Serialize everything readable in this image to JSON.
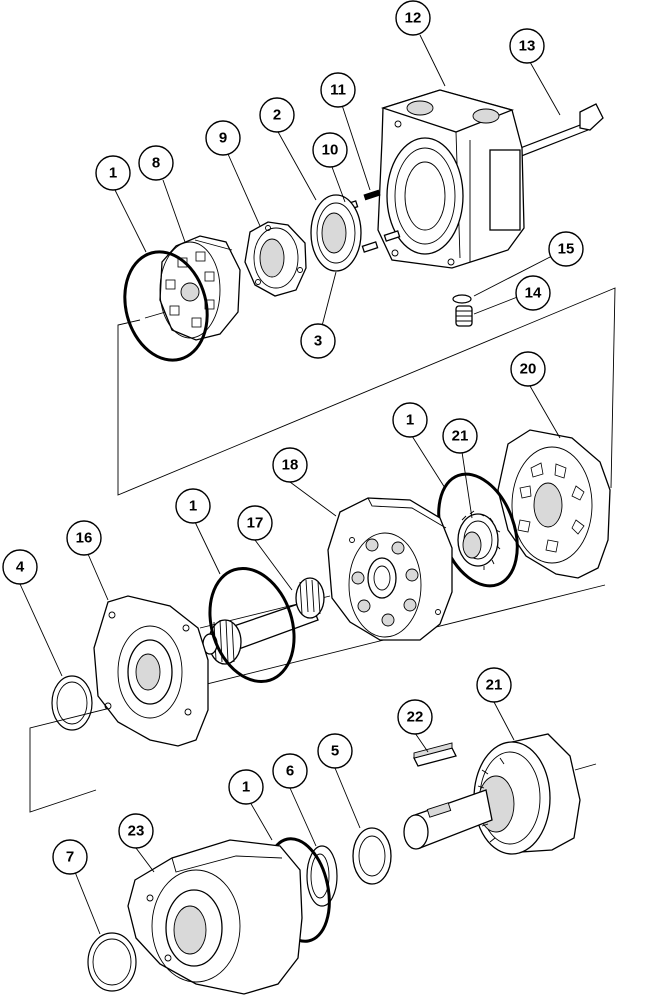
{
  "callouts": {
    "c12": "12",
    "c13": "13",
    "c11": "11",
    "c2": "2",
    "c9": "9",
    "c10": "10",
    "c8": "8",
    "c1a": "1",
    "c15": "15",
    "c14": "14",
    "c3": "3",
    "c20": "20",
    "c1b": "1",
    "c21a": "21",
    "c18": "18",
    "c1c": "1",
    "c17": "17",
    "c16": "16",
    "c4": "4",
    "c22": "22",
    "c21b": "21",
    "c5": "5",
    "c6": "6",
    "c1d": "1",
    "c23": "23",
    "c7": "7"
  },
  "colors": {
    "line": "#000000",
    "shade": "#d9d9d9",
    "background": "#ffffff"
  }
}
